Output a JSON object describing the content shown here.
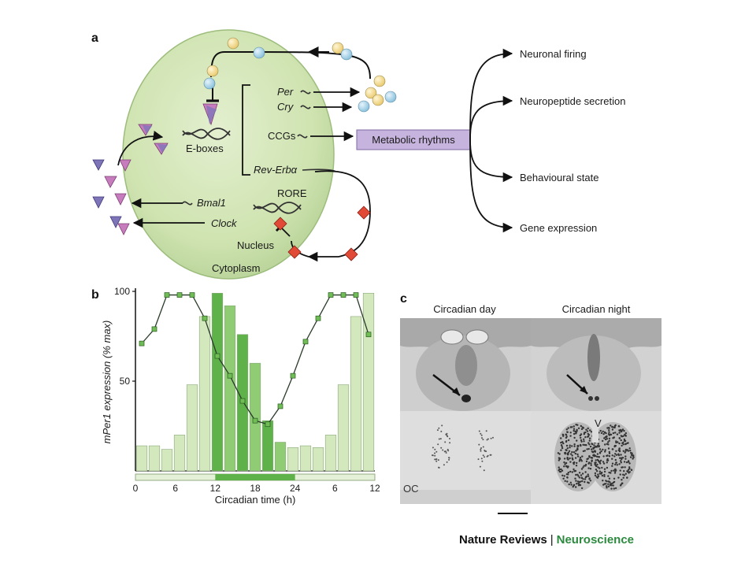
{
  "panel_labels": {
    "a": "a",
    "b": "b",
    "c": "c"
  },
  "panel_a": {
    "per": "Per",
    "cry": "Cry",
    "ccgs": "CCGs",
    "eboxes": "E-boxes",
    "rev_erb": "Rev-Erbα",
    "rore": "RORE",
    "bmal1": "Bmal1",
    "clock": "Clock",
    "nucleus": "Nucleus",
    "cytoplasm": "Cytoplasm",
    "metabolic": "Metabolic rhythms",
    "outputs": [
      "Neuronal firing",
      "Neuropeptide secretion",
      "Behavioural state",
      "Gene expression"
    ],
    "colors": {
      "nucleus_fill": "#cfe3b0",
      "metabolic_box": "#c6b3de",
      "triangle_pink": "#c77dbd",
      "triangle_purple": "#7e74b8",
      "diamond_red": "#e04a36",
      "sphere_yellow": "#f3dc8a",
      "sphere_blue": "#a9d4ea"
    }
  },
  "panel_b": {
    "chart_data": {
      "type": "bar",
      "xlabel": "Circadian time (h)",
      "ylabel": "mPer1 expression (% max)",
      "x_tick_labels": [
        "0",
        "6",
        "12",
        "18",
        "24",
        "6",
        "12"
      ],
      "y_tick_labels": [
        "50",
        "100"
      ],
      "ylim": [
        0,
        100
      ],
      "x": [
        0,
        2,
        4,
        6,
        8,
        10,
        12,
        14,
        16,
        18,
        20,
        22,
        24,
        26,
        28,
        30,
        32,
        34,
        36
      ],
      "series": [
        {
          "kind": "bars",
          "values": [
            14,
            14,
            12,
            20,
            48,
            86,
            99,
            92,
            76,
            60,
            28,
            16,
            13,
            14,
            13,
            20,
            48,
            86,
            99
          ]
        },
        {
          "kind": "line",
          "values": [
            71,
            79,
            98,
            98,
            98,
            85,
            64,
            53,
            39,
            28,
            26,
            36,
            53,
            72,
            85,
            98,
            98,
            98,
            76
          ]
        }
      ],
      "bar_colors": [
        "#d3e8bd",
        "#5fb24a",
        "#8fcc74"
      ],
      "line_color": "#2a3b2a",
      "marker_color": "#6fbd54"
    }
  },
  "panel_c": {
    "day": "Circadian day",
    "night": "Circadian night",
    "v": "V",
    "oc": "OC"
  },
  "footer": {
    "publisher": "Nature Reviews",
    "separator": "|",
    "journal": "Neuroscience"
  }
}
